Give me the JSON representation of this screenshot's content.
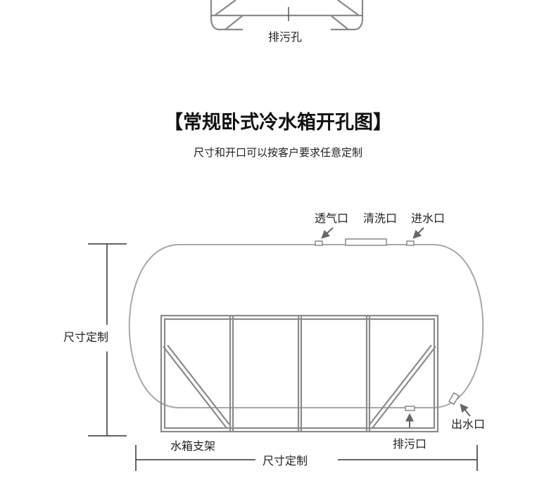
{
  "top_fragment": {
    "drain_label": "排污孔"
  },
  "title": "【常规卧式冷水箱开孔图】",
  "subtitle": "尺寸和开口可以按客户要求任意定制",
  "labels": {
    "vent": "透气口",
    "cleaning": "清洗口",
    "inlet": "进水口",
    "outlet": "出水口",
    "drain": "排污口",
    "bracket": "水箱支架",
    "height_dim": "尺寸定制",
    "width_dim": "尺寸定制"
  }
}
